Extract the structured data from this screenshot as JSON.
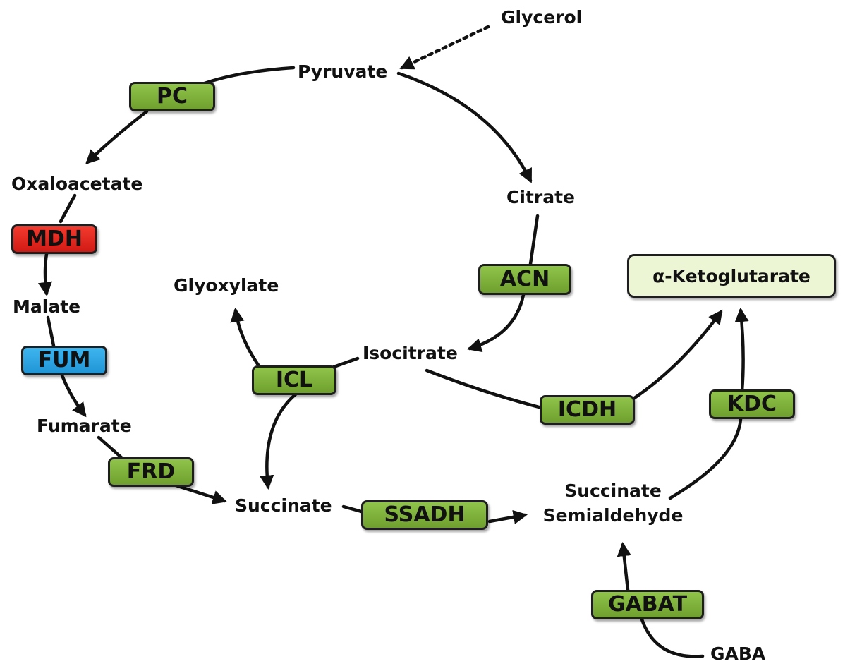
{
  "metabolites": {
    "glycerol": "Glycerol",
    "pyruvate": "Pyruvate",
    "oxaloacetate": "Oxaloacetate",
    "malate": "Malate",
    "fumarate": "Fumarate",
    "citrate": "Citrate",
    "glyoxylate": "Glyoxylate",
    "isocitrate": "Isocitrate",
    "succinate": "Succinate",
    "succinate_semialdehyde_line1": "Succinate",
    "succinate_semialdehyde_line2": "Semialdehyde",
    "gaba": "GABA",
    "alpha_ketoglutarate": "α-Ketoglutarate"
  },
  "enzymes": {
    "pc": "PC",
    "mdh": "MDH",
    "fum": "FUM",
    "frd": "FRD",
    "acn": "ACN",
    "icl": "ICL",
    "icdh": "ICDH",
    "kdc": "KDC",
    "ssadh": "SSADH",
    "gabat": "GABAT"
  },
  "colors": {
    "enzyme_default": "#7cb13a",
    "enzyme_mdh": "#e8241c",
    "enzyme_fum": "#2ba7e6",
    "product_fill": "#ecf5d4",
    "arrow": "#111111"
  }
}
